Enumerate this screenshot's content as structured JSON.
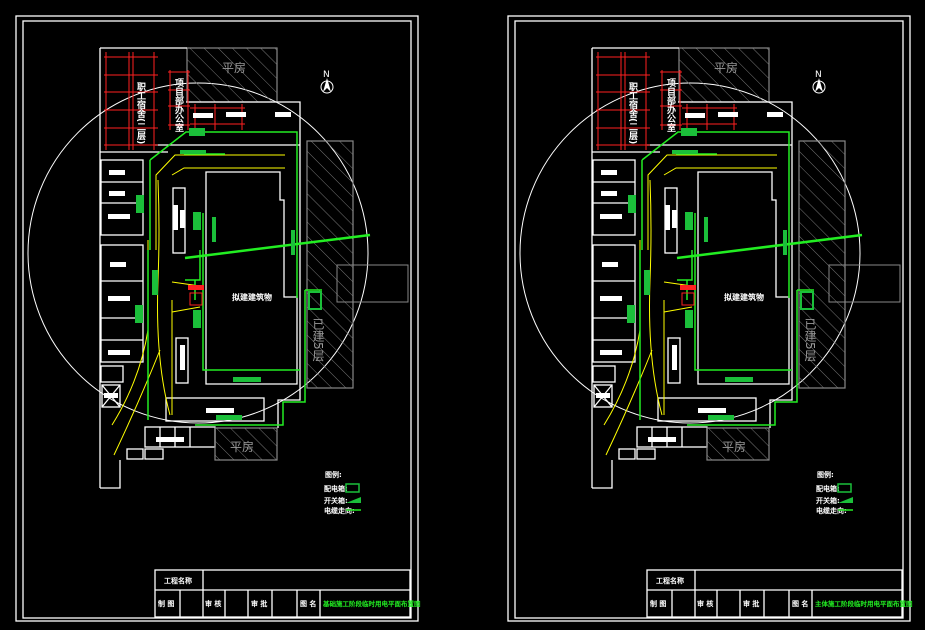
{
  "labels": {
    "bungalow": "平房",
    "office": "项目部办公室",
    "dorm": "职工宿舍(二层)",
    "planned_building": "拟建建筑物",
    "existing_building": "已建5层",
    "north": "N"
  },
  "legend": {
    "title": "图例:",
    "distribution_box": "配电箱:",
    "switch_box": "开关箱:",
    "cable_route": "电缆走向:"
  },
  "title_block": {
    "project_name_label": "工程名称",
    "project_name_value": "",
    "drawn_label": "制 图",
    "review_label": "审 核",
    "approve_label": "审 批",
    "drawing_name_label": "图 名"
  },
  "sheets": [
    {
      "drawing_name": "基础施工阶段临时用电平面布置图"
    },
    {
      "drawing_name": "主体施工阶段临时用电平面布置图"
    }
  ],
  "colors": {
    "green": "#22ee22",
    "red": "#ff2020",
    "yellow": "#ffff00"
  }
}
